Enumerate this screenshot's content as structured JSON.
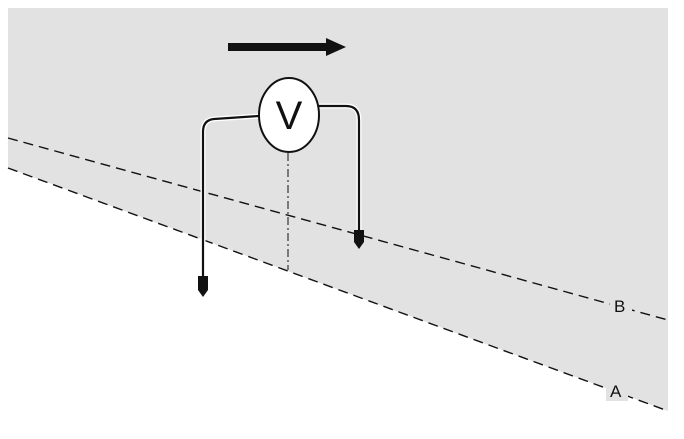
{
  "diagram": {
    "meter": {
      "symbol": "V",
      "icon": "voltmeter-icon"
    },
    "lines": [
      {
        "id": "B",
        "label": "B",
        "style": "dashed"
      },
      {
        "id": "A",
        "label": "A",
        "style": "dashed"
      }
    ],
    "direction_arrow": {
      "icon": "arrow-right-icon",
      "points": "right"
    },
    "colors": {
      "background": "#ffffff",
      "shaded_region": "#e2e2e2",
      "ink": "#111111"
    }
  }
}
